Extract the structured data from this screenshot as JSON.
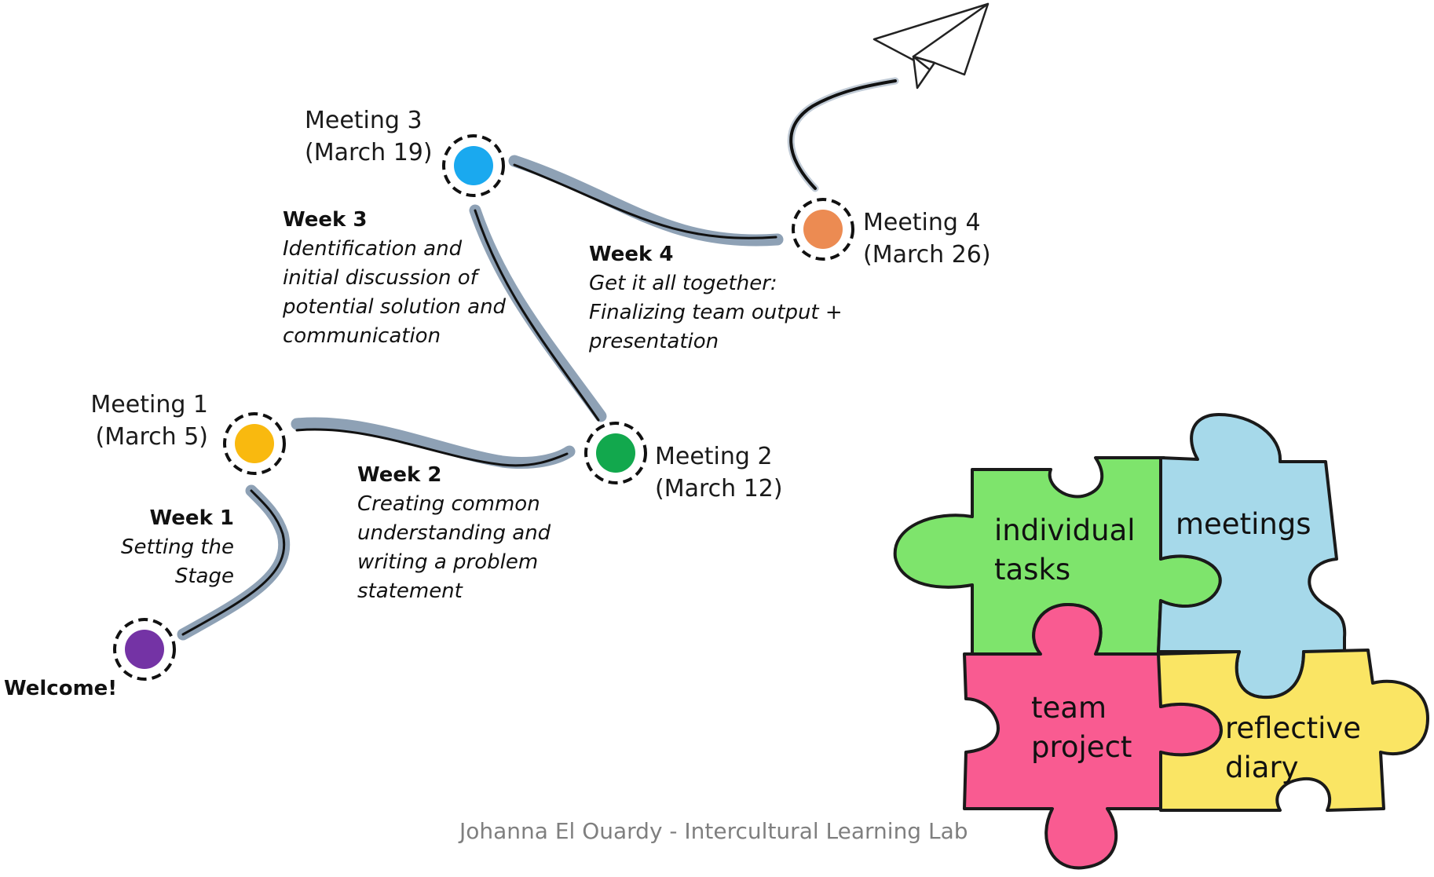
{
  "meetings": [
    {
      "title": "Meeting 1",
      "date": "(March 5)",
      "color": "#f9b90f"
    },
    {
      "title": "Meeting 2",
      "date": "(March 12)",
      "color": "#12a84d"
    },
    {
      "title": "Meeting 3",
      "date": "(March 19)",
      "color": "#1aa9ef"
    },
    {
      "title": "Meeting 4",
      "date": "(March 26)",
      "color": "#ec8b52"
    }
  ],
  "start": {
    "label": "Welcome!",
    "color": "#7433a5"
  },
  "weeks": [
    {
      "title": "Week 1",
      "desc": "Setting the\nStage"
    },
    {
      "title": "Week 2",
      "desc": "Creating common\nunderstanding and\nwriting a problem\nstatement"
    },
    {
      "title": "Week 3",
      "desc": "Identification and\ninitial discussion of\npotential solution and\ncommunication"
    },
    {
      "title": "Week 4",
      "desc": "Get it all together:\nFinalizing team output +\npresentation"
    }
  ],
  "puzzle": [
    {
      "label": "individual\ntasks",
      "color": "#7ee46c"
    },
    {
      "label": "meetings",
      "color": "#a6d9ea"
    },
    {
      "label": "team\nproject",
      "color": "#f95b91"
    },
    {
      "label": "reflective diary",
      "color": "#fae564"
    }
  ],
  "path_color": "#8ea1b5",
  "credit": "Johanna El Ouardy - Intercultural Learning Lab"
}
